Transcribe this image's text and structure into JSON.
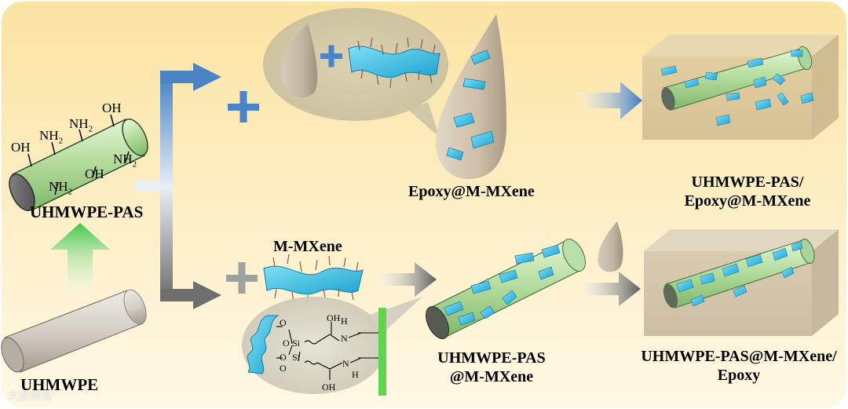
{
  "colors": {
    "background_top": "#fbe4a6",
    "background_bottom": "#fff6dc",
    "fiber_green": "#b9dfa6",
    "fiber_plain": "#d6d0c6",
    "mxene_cyan": "#39bfe3",
    "arrow_blue": "#4a84c6",
    "arrow_gray": "#6e6e6e",
    "green_arrow": "#4fcf57",
    "epoxy_block": "#d8c497"
  },
  "labels": {
    "uhmwpe_pas": "UHMWPE-PAS",
    "uhmwpe": "UHMWPE",
    "epoxy_m_mxene": "Epoxy@M-MXene",
    "m_mxene": "M-MXene",
    "uhmwpe_pas_epoxy_line1": "UHMWPE-PAS/",
    "uhmwpe_pas_epoxy_line2": "Epoxy@M-MXene",
    "uhmwpe_pas_m_line1": "UHMWPE-PAS",
    "uhmwpe_pas_m_line2": "@M-MXene",
    "final_line1": "UHMWPE-PAS@M-MXene/",
    "final_line2": "Epoxy"
  },
  "chem": {
    "oh": "OH",
    "nh": "NH",
    "sub2": "2",
    "o": "O",
    "si": "Si",
    "h": "H",
    "n": "N"
  },
  "symbols": {
    "plus": "+"
  },
  "watermark": "大数跨境"
}
